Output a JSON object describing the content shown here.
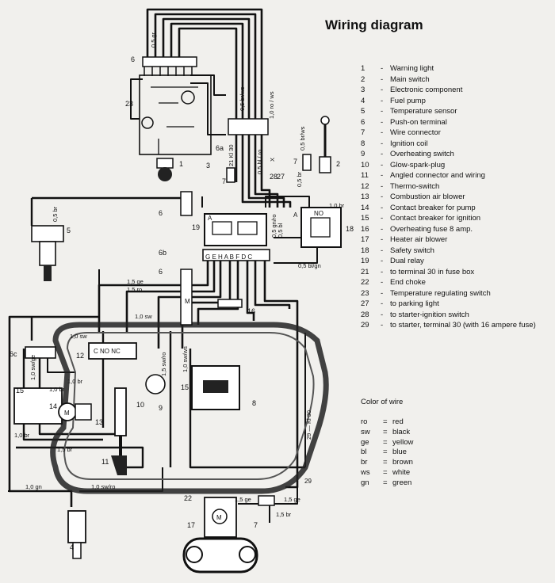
{
  "title": "Wiring diagram",
  "components": [
    {
      "num": "1",
      "name": "Warning light"
    },
    {
      "num": "2",
      "name": "Main switch"
    },
    {
      "num": "3",
      "name": "Electronic component"
    },
    {
      "num": "4",
      "name": "Fuel pump"
    },
    {
      "num": "5",
      "name": "Temperature sensor"
    },
    {
      "num": "6",
      "name": "Push-on terminal"
    },
    {
      "num": "7",
      "name": "Wire connector"
    },
    {
      "num": "8",
      "name": "Ignition coil"
    },
    {
      "num": "9",
      "name": "Overheating switch"
    },
    {
      "num": "10",
      "name": "Glow-spark-plug"
    },
    {
      "num": "11",
      "name": "Angled connector and wiring"
    },
    {
      "num": "12",
      "name": "Thermo-switch"
    },
    {
      "num": "13",
      "name": "Combustion air blower"
    },
    {
      "num": "14",
      "name": "Contact breaker for pump"
    },
    {
      "num": "15",
      "name": "Contact breaker for ignition"
    },
    {
      "num": "16",
      "name": "Overheating fuse 8 amp."
    },
    {
      "num": "17",
      "name": "Heater air blower"
    },
    {
      "num": "18",
      "name": "Safety switch"
    },
    {
      "num": "19",
      "name": "Dual relay"
    },
    {
      "num": "21",
      "name": "to terminal 30 in fuse box"
    },
    {
      "num": "22",
      "name": "End choke"
    },
    {
      "num": "23",
      "name": "Temperature regulating switch"
    },
    {
      "num": "27",
      "name": "to parking light"
    },
    {
      "num": "28",
      "name": "to starter-ignition switch"
    },
    {
      "num": "29",
      "name": "to starter, terminal 30 (with 16 ampere fuse)"
    }
  ],
  "color_of_wire": {
    "heading": "Color of wire",
    "items": [
      {
        "abbr": "ro",
        "color": "red"
      },
      {
        "abbr": "sw",
        "color": "black"
      },
      {
        "abbr": "ge",
        "color": "yellow"
      },
      {
        "abbr": "bl",
        "color": "blue"
      },
      {
        "abbr": "br",
        "color": "brown"
      },
      {
        "abbr": "ws",
        "color": "white"
      },
      {
        "abbr": "gn",
        "color": "green"
      }
    ]
  },
  "diagram_labels": {
    "warning_light": "1",
    "main_switch": "2",
    "electronic_component": "3",
    "fuel_pump": "4",
    "temperature_sensor": "5",
    "push_on_terminal_top": "6",
    "push_on_terminal_mid": "6",
    "push_on_terminal_low": "6",
    "push_on_6a": "6a",
    "push_on_6b": "6b",
    "push_on_6c": "6c",
    "connector_7a": "7",
    "connector_7b": "7",
    "connector_7c": "7",
    "ignition_coil": "8",
    "overheating_switch": "9",
    "glow_plug": "10",
    "angled_connector": "11",
    "thermo_switch": "12",
    "air_blower": "13",
    "contact_pump": "14",
    "contact_ignition": "15",
    "contact_ignition_coil": "15",
    "fuse": "16",
    "heater_blower": "17",
    "safety_switch": "18",
    "dual_relay": "19",
    "choke": "22",
    "temp_reg_switch": "23",
    "t27": "27",
    "t28": "28",
    "t29": "29",
    "wire_05gr": "0,5 gr",
    "wire_05brws": "0,5 br/ws",
    "wire_10rows": "1,0 ro / ws",
    "wire_05brws2": "0,5 br/ws",
    "wire_05blro": "0,5 bl / ro",
    "wire_x": "X",
    "wire_kl30": "21 Kl 30",
    "wire_05br": "0,5 br",
    "wire_05br2": "0,5 br",
    "wire_10br": "1,0 br",
    "wire_05gnro": "0,5 gn/ro",
    "wire_05bl": "0,5 bl",
    "wire_05blgn": "0,5 bl/gn",
    "wire_15ge": "1,5 ge",
    "wire_15ro": "1,5 ro",
    "wire_10sw": "1,0 sw",
    "wire_10sw2": "1,0 sw",
    "wire_10swge": "1,0 sw/ge",
    "wire_10br2": "1,0 br",
    "wire_10br3": "1,0 br",
    "wire_15br": "1,5 br",
    "wire_10gn": "1,0 gn",
    "wire_10swro": "1,0 sw/ro",
    "wire_10br4": "1,0 br",
    "wire_15swro": "1,5 sw/ro",
    "wire_10swws": "1,0 sw/ws",
    "wire_kl30b": "29 — Kl 30",
    "wire_15ge2": "1,5 ge",
    "wire_15ge3": "1,5 ge",
    "wire_15br2": "1,5 br",
    "relay_terms": "G E H A B F D C",
    "a_label": "A",
    "no_label": "NO",
    "nc_label": "C NO NC",
    "motor": "M",
    "motor2": "M",
    "motor3": "M"
  }
}
